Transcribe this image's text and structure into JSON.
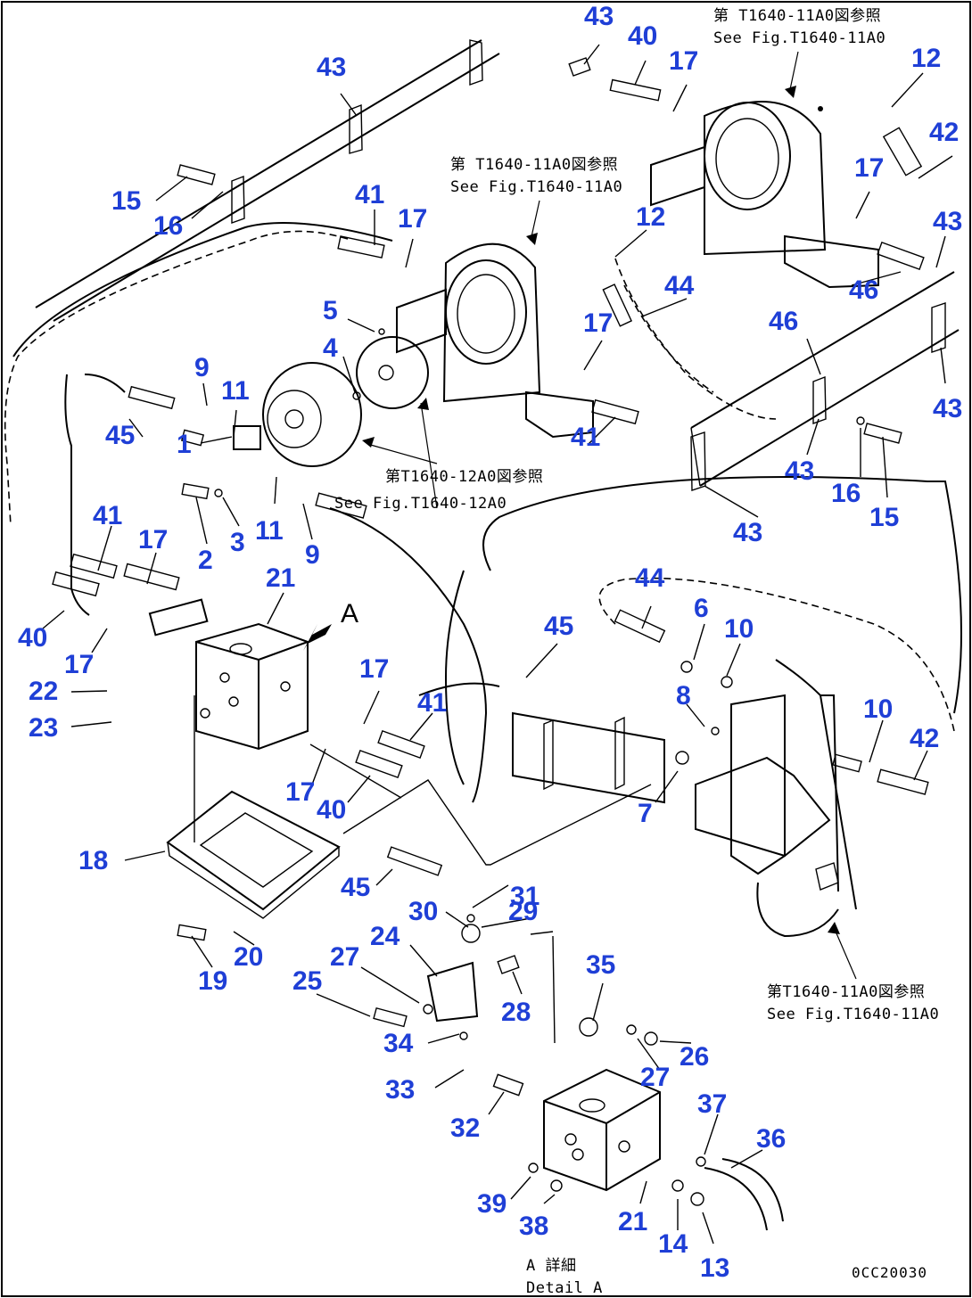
{
  "callouts": [
    {
      "id": "c43a",
      "text": "43"
    },
    {
      "id": "c40a",
      "text": "40"
    },
    {
      "id": "c17a",
      "text": "17"
    },
    {
      "id": "c12a",
      "text": "12"
    },
    {
      "id": "c42a",
      "text": "42"
    },
    {
      "id": "c43b",
      "text": "43"
    },
    {
      "id": "c15a",
      "text": "15"
    },
    {
      "id": "c16a",
      "text": "16"
    },
    {
      "id": "c41a",
      "text": "41"
    },
    {
      "id": "c17b",
      "text": "17"
    },
    {
      "id": "c12b",
      "text": "12"
    },
    {
      "id": "c17c",
      "text": "17"
    },
    {
      "id": "c43c",
      "text": "43"
    },
    {
      "id": "c46a",
      "text": "46"
    },
    {
      "id": "c44a",
      "text": "44"
    },
    {
      "id": "c5",
      "text": "5"
    },
    {
      "id": "c4",
      "text": "4"
    },
    {
      "id": "c17d",
      "text": "17"
    },
    {
      "id": "c46b",
      "text": "46"
    },
    {
      "id": "c43d",
      "text": "43"
    },
    {
      "id": "c9a",
      "text": "9"
    },
    {
      "id": "c11a",
      "text": "11"
    },
    {
      "id": "c45a",
      "text": "45"
    },
    {
      "id": "c1",
      "text": "1"
    },
    {
      "id": "c41b",
      "text": "41"
    },
    {
      "id": "c43e",
      "text": "43"
    },
    {
      "id": "c16b",
      "text": "16"
    },
    {
      "id": "c15b",
      "text": "15"
    },
    {
      "id": "c2",
      "text": "2"
    },
    {
      "id": "c3",
      "text": "3"
    },
    {
      "id": "c11b",
      "text": "11"
    },
    {
      "id": "c9b",
      "text": "9"
    },
    {
      "id": "c43f",
      "text": "43"
    },
    {
      "id": "c41c",
      "text": "41"
    },
    {
      "id": "c17e",
      "text": "17"
    },
    {
      "id": "c21a",
      "text": "21"
    },
    {
      "id": "c44b",
      "text": "44"
    },
    {
      "id": "c6",
      "text": "6"
    },
    {
      "id": "c10a",
      "text": "10"
    },
    {
      "id": "c40b",
      "text": "40"
    },
    {
      "id": "c45b",
      "text": "45"
    },
    {
      "id": "c17f",
      "text": "17"
    },
    {
      "id": "c22",
      "text": "22"
    },
    {
      "id": "c8",
      "text": "8"
    },
    {
      "id": "c23",
      "text": "23"
    },
    {
      "id": "c17g",
      "text": "17"
    },
    {
      "id": "c41d",
      "text": "41"
    },
    {
      "id": "c10b",
      "text": "10"
    },
    {
      "id": "c42b",
      "text": "42"
    },
    {
      "id": "c17h",
      "text": "17"
    },
    {
      "id": "c40c",
      "text": "40"
    },
    {
      "id": "c7",
      "text": "7"
    },
    {
      "id": "c18",
      "text": "18"
    },
    {
      "id": "c31",
      "text": "31"
    },
    {
      "id": "c45c",
      "text": "45"
    },
    {
      "id": "c30",
      "text": "30"
    },
    {
      "id": "c29",
      "text": "29"
    },
    {
      "id": "c24",
      "text": "24"
    },
    {
      "id": "c27a",
      "text": "27"
    },
    {
      "id": "c20",
      "text": "20"
    },
    {
      "id": "c35",
      "text": "35"
    },
    {
      "id": "c19",
      "text": "19"
    },
    {
      "id": "c25",
      "text": "25"
    },
    {
      "id": "c28",
      "text": "28"
    },
    {
      "id": "c26",
      "text": "26"
    },
    {
      "id": "c34",
      "text": "34"
    },
    {
      "id": "c27b",
      "text": "27"
    },
    {
      "id": "c33",
      "text": "33"
    },
    {
      "id": "c37",
      "text": "37"
    },
    {
      "id": "c32",
      "text": "32"
    },
    {
      "id": "c36",
      "text": "36"
    },
    {
      "id": "c39",
      "text": "39"
    },
    {
      "id": "c21b",
      "text": "21"
    },
    {
      "id": "c38",
      "text": "38"
    },
    {
      "id": "c14",
      "text": "14"
    },
    {
      "id": "c13",
      "text": "13"
    }
  ],
  "notes": {
    "ref_top_right_jp": "第 T1640-11A0図参照",
    "ref_top_right_en": "See Fig.T1640-11A0",
    "ref_mid_jp": "第 T1640-11A0図参照",
    "ref_mid_en": "See Fig.T1640-11A0",
    "ref_motor_jp": "第T1640-12A0図参照",
    "ref_motor_en": "See Fig.T1640-12A0",
    "ref_bottom_jp": "第T1640-11A0図参照",
    "ref_bottom_en": "See Fig.T1640-11A0",
    "view_letter": "A",
    "detail_jp": "A 詳細",
    "detail_en": "Detail A",
    "drawing_code": "0CC20030"
  }
}
